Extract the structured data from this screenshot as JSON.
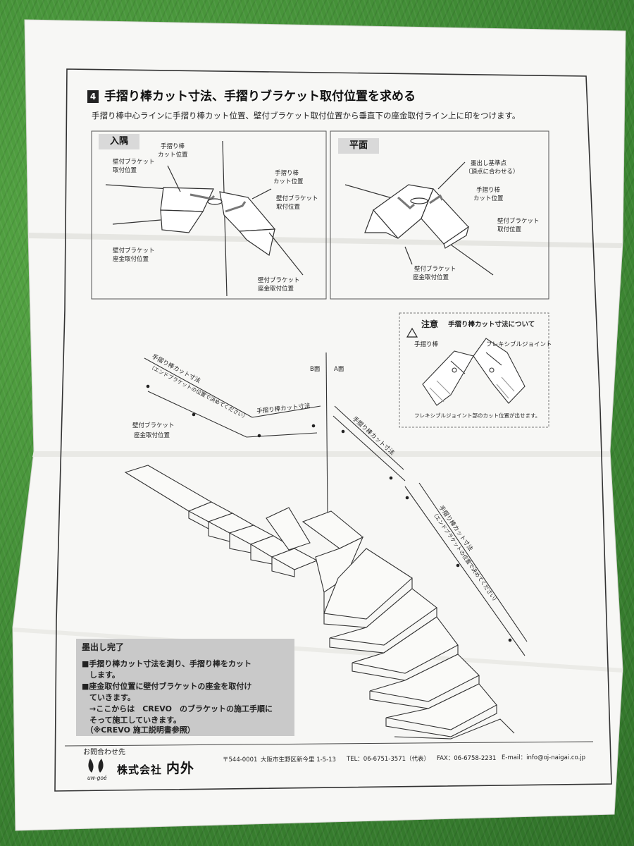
{
  "section": {
    "number": "4",
    "title": "手摺り棒カット寸法、手摺りブラケット取付位置を求める",
    "subtitle": "手摺り棒中心ラインに手摺り棒カット位置、壁付ブラケット取付位置から垂直下の座金取付ライン上に印をつけます。"
  },
  "panel_irisumi": {
    "tag": "入隅",
    "labels": {
      "cut1a": "手摺り棒",
      "cut1b": "カット位置",
      "wb1a": "壁付ブラケット",
      "wb1b": "取付位置",
      "cut2a": "手摺り棒",
      "cut2b": "カット位置",
      "wb2a": "壁付ブラケット",
      "wb2b": "取付位置",
      "zg1a": "壁付ブラケット",
      "zg1b": "座金取付位置",
      "zg2a": "壁付ブラケット",
      "zg2b": "座金取付位置"
    }
  },
  "panel_heimen": {
    "tag": "平面",
    "labels": {
      "ref1": "墨出し基準点",
      "ref2": "（頂点に合わせる）",
      "cut1": "手摺り棒",
      "cut2": "カット位置",
      "wb1": "壁付ブラケット",
      "wb2": "取付位置",
      "zg1": "壁付ブラケット",
      "zg2": "座金取付位置"
    }
  },
  "notice": {
    "title": "注意",
    "heading": "手摺り棒カット寸法について",
    "rail_label": "手摺り棒",
    "joint_label": "フレキシブルジョイント",
    "note": "フレキシブルジョイント部のカット位置が出せます。"
  },
  "stair": {
    "b_face": "B面",
    "a_face": "A面",
    "left_dim1": "手摺り棒カット寸法",
    "left_dim2": "（エンドブラケットの位置で決めてください）",
    "center_dim": "手摺り棒カット寸法",
    "zagane1": "壁付ブラケット",
    "zagane2": "座金取付位置",
    "right_short": "手摺り棒カット寸法",
    "right_dim1": "手摺り棒カット寸法",
    "right_dim2": "（エンドブラケットの位置で決めてください）"
  },
  "complete_box": {
    "title": "墨出し完了",
    "lines": [
      "■手摺り棒カット寸法を測り、手摺り棒をカット",
      "　します。",
      "■座金取付位置に壁付ブラケットの座金を取付け",
      "　ていきます。",
      "　→ここからは　CREVO　のブラケットの施工手順に",
      "　そって施工していきます。",
      "　（※CREVO 施工説明書参照）"
    ]
  },
  "footer": {
    "contact": "お問合わせ先",
    "logo_sub": "uw-goé",
    "company_prefix": "株式会社",
    "company_name": "内外",
    "postal": "〒544-0001",
    "address": "大阪市生野区新今里 1-5-13",
    "tel": "TEL：06-6751-3571（代表）",
    "fax": "FAX：06-6758-2231",
    "email": "E-mail：info@oj-naigai.co.jp"
  }
}
